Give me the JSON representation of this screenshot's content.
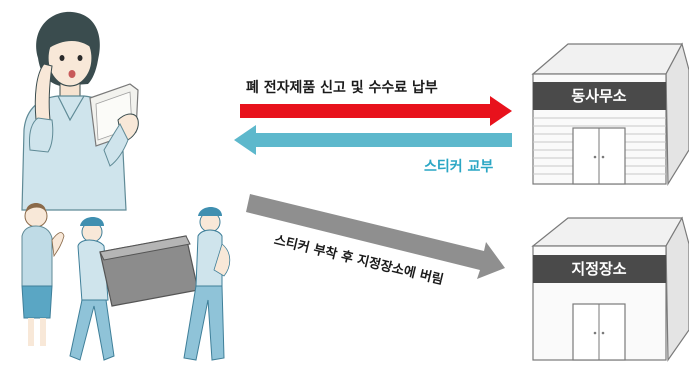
{
  "arrows": {
    "report_label": "폐 전자제품 신고 및 수수료 납부",
    "sticker_label": "스티커 교부",
    "dispose_label": "스티커 부착 후 지정장소에 버림"
  },
  "buildings": {
    "office_label": "동사무소",
    "site_label": "지정장소"
  },
  "colors": {
    "report_arrow": "#e8121c",
    "sticker_arrow": "#5db8cc",
    "dispose_arrow": "#8f8f8f",
    "sign_bg": "#4a4a4a"
  }
}
